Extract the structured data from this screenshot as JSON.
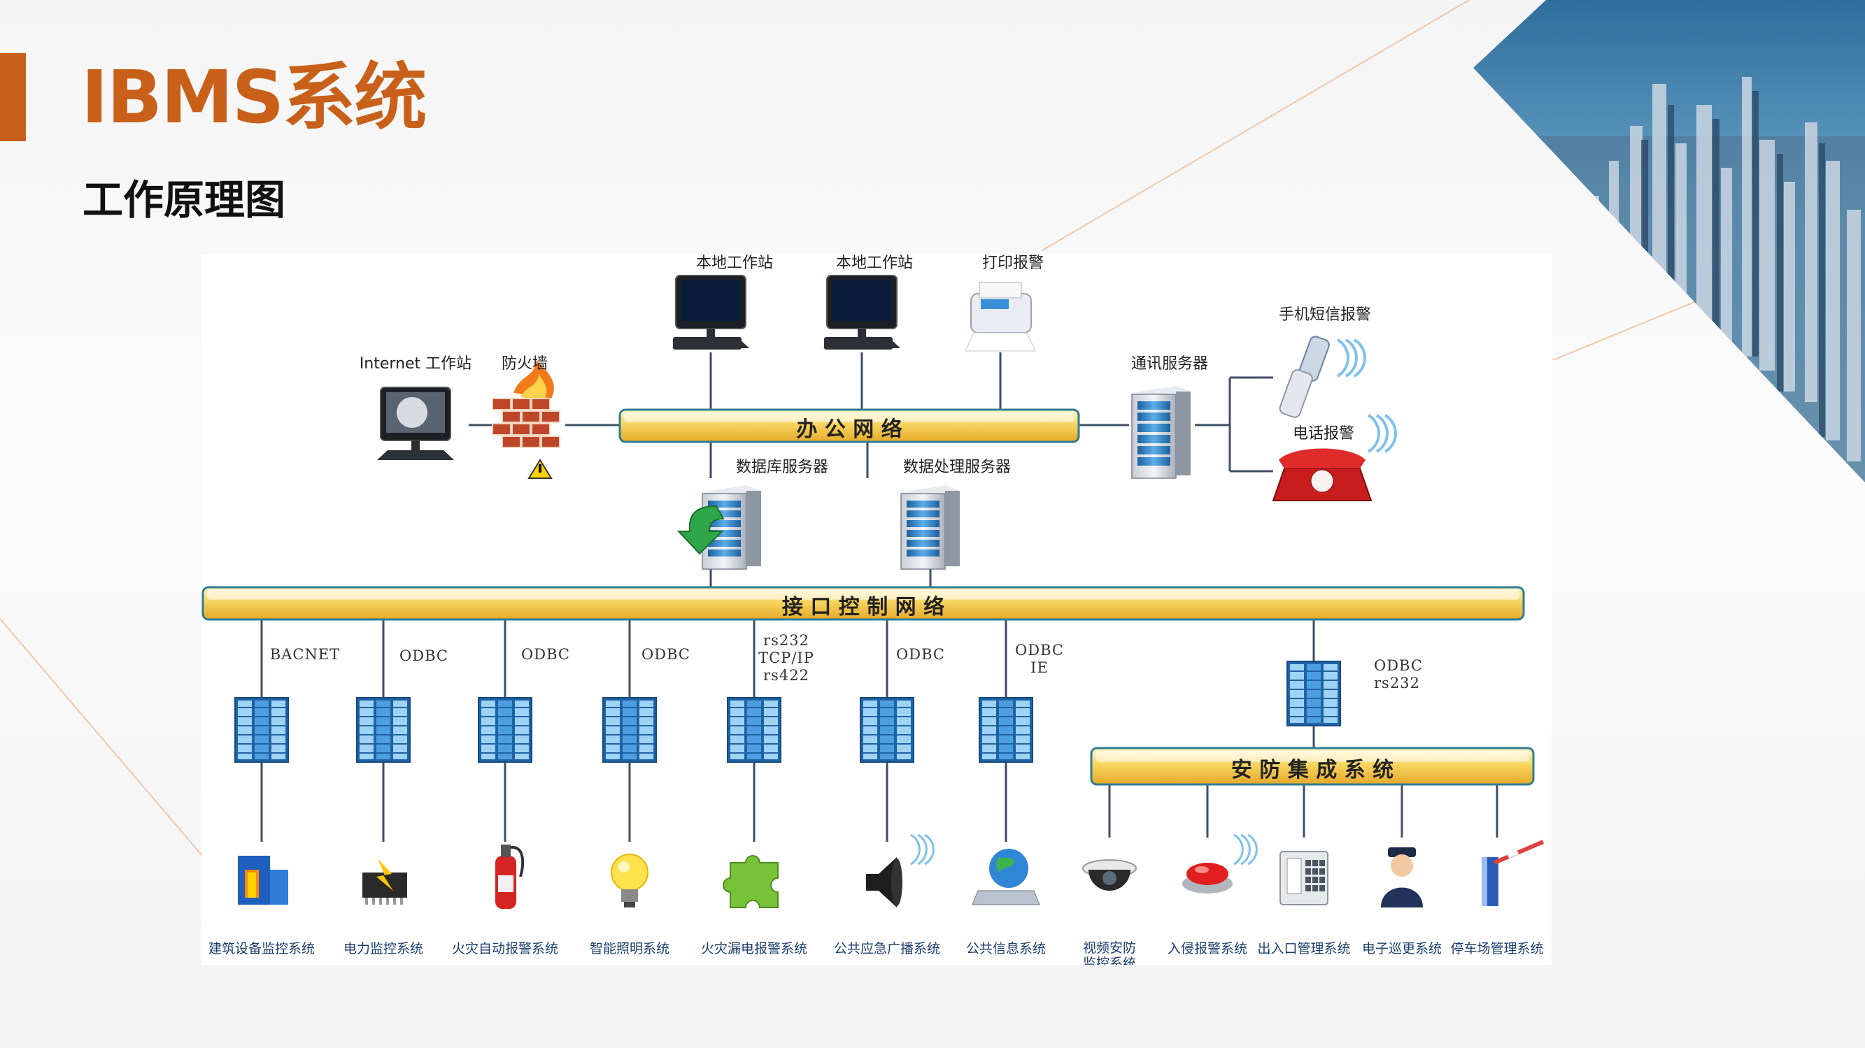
{
  "header": {
    "title": "IBMS系统",
    "subtitle": "工作原理图"
  },
  "colors": {
    "accent": "#c8601a",
    "bus_fill": "#f7d560",
    "bus_border": "#2e7d95",
    "line": "#3d4f66",
    "server_blue": "#2f7fc4"
  },
  "diagram": {
    "top_nodes": {
      "workstation_1": "本地工作站",
      "workstation_2": "本地工作站",
      "printer": "打印报警",
      "internet": "Internet 工作站",
      "firewall": "防火墙",
      "comm_server": "通讯服务器",
      "sms": "手机短信报警",
      "phone": "电话报警",
      "db_server": "数据库服务器",
      "dp_server": "数据处理服务器"
    },
    "bus_office": "办 公 网 络",
    "bus_interface": "接 口 控 制 网 络",
    "bus_security": "安 防 集 成 系 统",
    "protocols": [
      "BACNET",
      "ODBC",
      "ODBC",
      "ODBC",
      "rs232 TCP/IP rs422",
      "ODBC",
      "ODBC IE"
    ],
    "security_protocol": "ODBC rs232",
    "subsystems": [
      {
        "label": "建筑设备监控系统",
        "icon": "building-icon"
      },
      {
        "label": "电力监控系统",
        "icon": "power-chip-icon"
      },
      {
        "label": "火灾自动报警系统",
        "icon": "fire-extinguisher-icon"
      },
      {
        "label": "智能照明系统",
        "icon": "light-bulb-icon"
      },
      {
        "label": "火灾漏电报警系统",
        "icon": "puzzle-icon"
      },
      {
        "label": "公共应急广播系统",
        "icon": "speaker-icon"
      },
      {
        "label": "公共信息系统",
        "icon": "globe-icon"
      }
    ],
    "security_subsystems": [
      {
        "label": "视频安防 监控系统",
        "icon": "camera-icon"
      },
      {
        "label": "入侵报警系统",
        "icon": "alarm-button-icon"
      },
      {
        "label": "出入口管理系统",
        "icon": "keypad-icon"
      },
      {
        "label": "电子巡更系统",
        "icon": "guard-icon"
      },
      {
        "label": "停车场管理系统",
        "icon": "barrier-gate-icon"
      }
    ]
  }
}
